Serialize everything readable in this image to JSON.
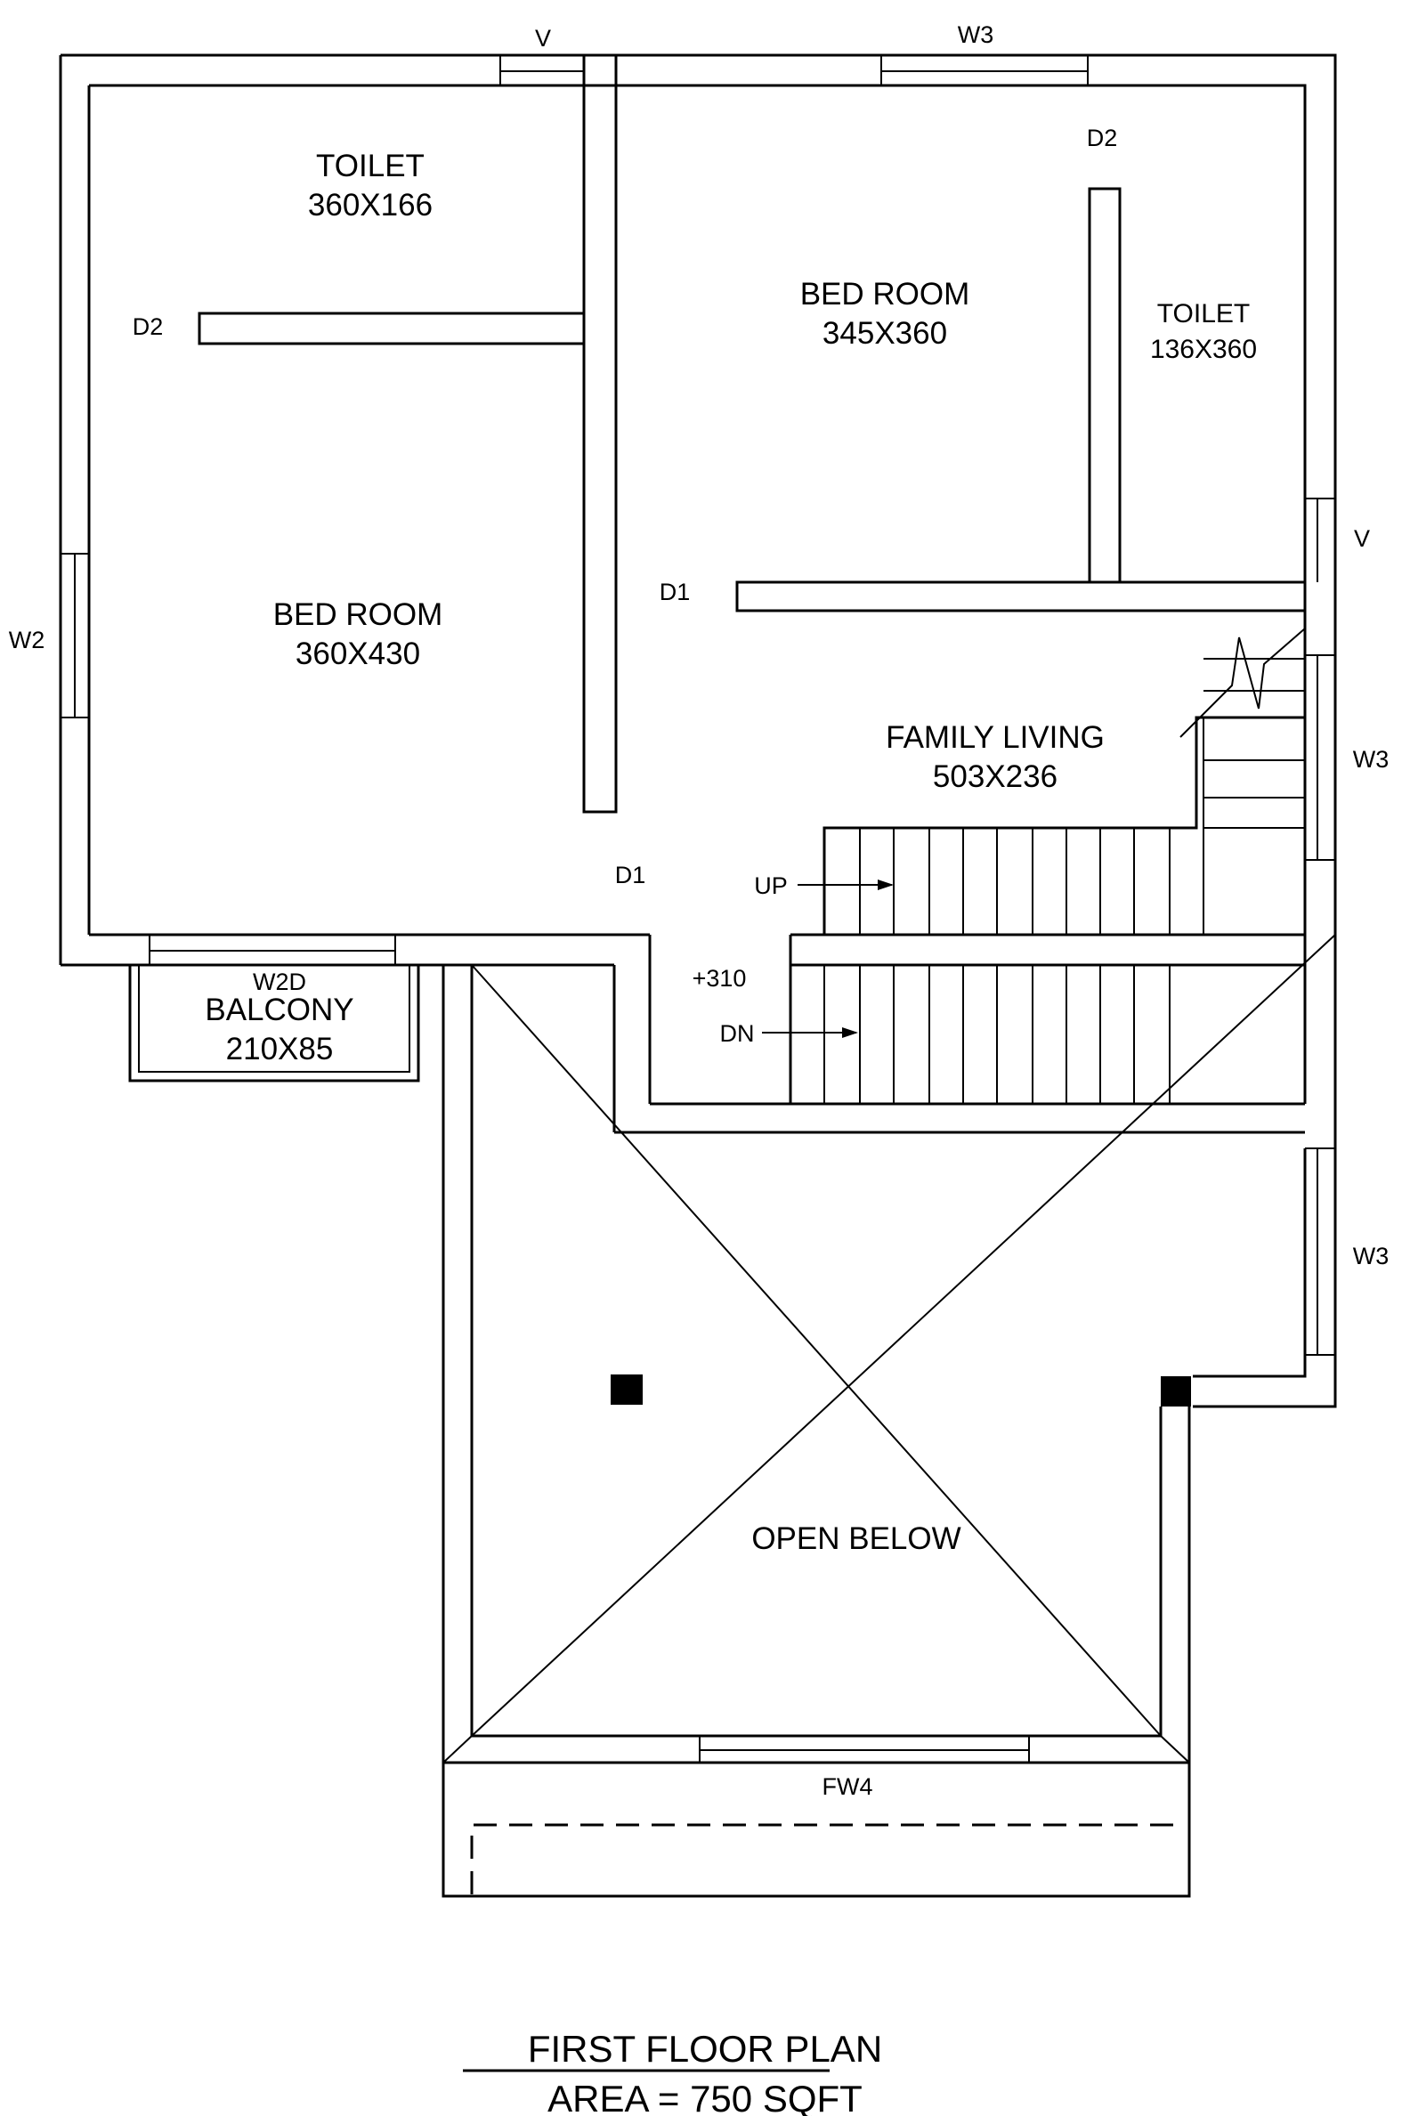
{
  "rooms": {
    "toilet_left": {
      "name": "TOILET",
      "size": "360X166"
    },
    "bedroom_left": {
      "name": "BED ROOM",
      "size": "360X430"
    },
    "bedroom_right": {
      "name": "BED ROOM",
      "size": "345X360"
    },
    "toilet_right": {
      "name": "TOILET",
      "size": "136X360"
    },
    "family_living": {
      "name": "FAMILY LIVING",
      "size": "503X236"
    },
    "balcony": {
      "name": "BALCONY",
      "size": "210X85"
    },
    "open_below": {
      "name": "OPEN BELOW"
    }
  },
  "openings": {
    "v_top": "V",
    "w3_top": "W3",
    "d2_right": "D2",
    "d2_left": "D2",
    "w2_left": "W2",
    "d1_upper": "D1",
    "d1_lower": "D1",
    "v_right": "V",
    "w3_mid": "W3",
    "w2d": "W2D",
    "w3_lower": "W3",
    "fw4": "FW4"
  },
  "stair": {
    "up": "UP",
    "down": "DN",
    "level": "+310"
  },
  "footer": {
    "title": "FIRST FLOOR PLAN",
    "area": "AREA = 750 SQFT"
  }
}
